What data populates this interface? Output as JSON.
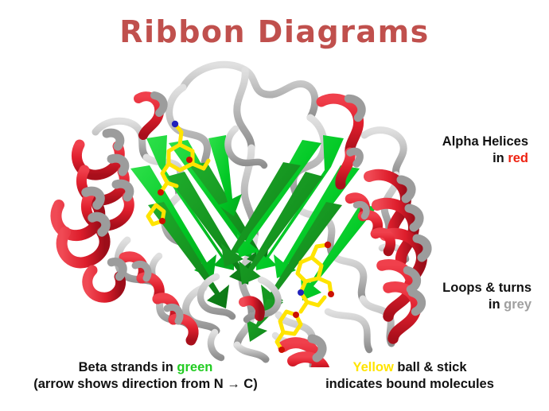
{
  "slide": {
    "title": "Ribbon Diagrams",
    "background": "#ffffff",
    "title_color": "#c0504d"
  },
  "labels": {
    "alpha_helices": {
      "line1": "Alpha Helices",
      "line2_prefix": "in ",
      "line2_keyword": "red",
      "keyword_color": "#ee2211"
    },
    "loops_turns": {
      "line1": "Loops & turns",
      "line2_prefix": "in ",
      "line2_keyword": "grey",
      "keyword_color": "#a0a0a0"
    },
    "beta_strands": {
      "line1_prefix": "Beta strands in ",
      "line1_keyword": "green",
      "keyword_color": "#22cc22",
      "line2": "(arrow shows direction from N → C)"
    },
    "ball_and_stick": {
      "line1_keyword": "Yellow",
      "line1_suffix": " ball & stick",
      "keyword_color": "#ffe400",
      "line2": "indicates bound molecules"
    }
  },
  "structure": {
    "name": "protein-ribbon-diagram",
    "description": "Two-lobed symmetric protein ribbon model",
    "colors": {
      "helix_red": "#e01f2d",
      "helix_red_dark": "#b3121f",
      "helix_underside": "#8f8f8f",
      "sheet_green_bright": "#00cc22",
      "sheet_green_dark": "#169b22",
      "loop_grey": "#bdbdbd",
      "loop_grey_shade": "#9a9a9a",
      "ligand_yellow": "#ffe400",
      "atom_oxygen_red": "#cc1100",
      "atom_nitrogen_blue": "#2222bb"
    },
    "elements": {
      "alpha_helices": 12,
      "beta_strands": 14,
      "ligands": 4
    }
  }
}
